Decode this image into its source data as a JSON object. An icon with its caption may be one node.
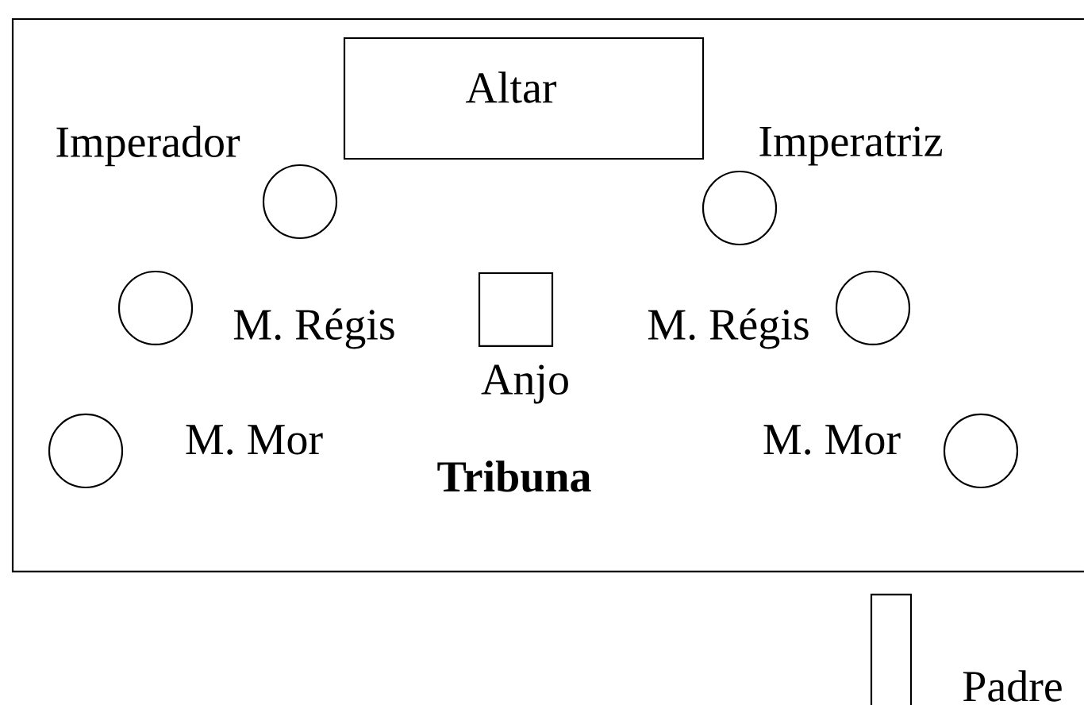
{
  "diagram": {
    "nodes": [
      {
        "text": [
          "Tribuna"
        ]
      },
      {
        "text": [
          "Altar"
        ],
        "in": 0
      },
      {
        "text": [],
        "shape": "circle",
        "beside": [
          "Imperador"
        ],
        "in": 0
      },
      {
        "text": [],
        "shape": "circle",
        "beside": [
          "Imperatriz"
        ],
        "in": 0
      },
      {
        "text": [],
        "shape": "circle",
        "beside": [
          "M. Régis"
        ],
        "in": 0
      },
      {
        "text": [],
        "shape": "box",
        "beside": [
          "Anjo"
        ],
        "in": 0
      },
      {
        "text": [],
        "shape": "circle",
        "beside": [
          "M. Régis"
        ],
        "in": 0
      },
      {
        "text": [],
        "shape": "circle",
        "beside": [
          "M. Mor"
        ],
        "in": 0
      },
      {
        "text": [],
        "shape": "circle",
        "beside": [
          "M. Mor"
        ],
        "in": 0
      },
      {
        "text": [],
        "shape": "box",
        "beside": [
          "Padre"
        ]
      }
    ]
  }
}
